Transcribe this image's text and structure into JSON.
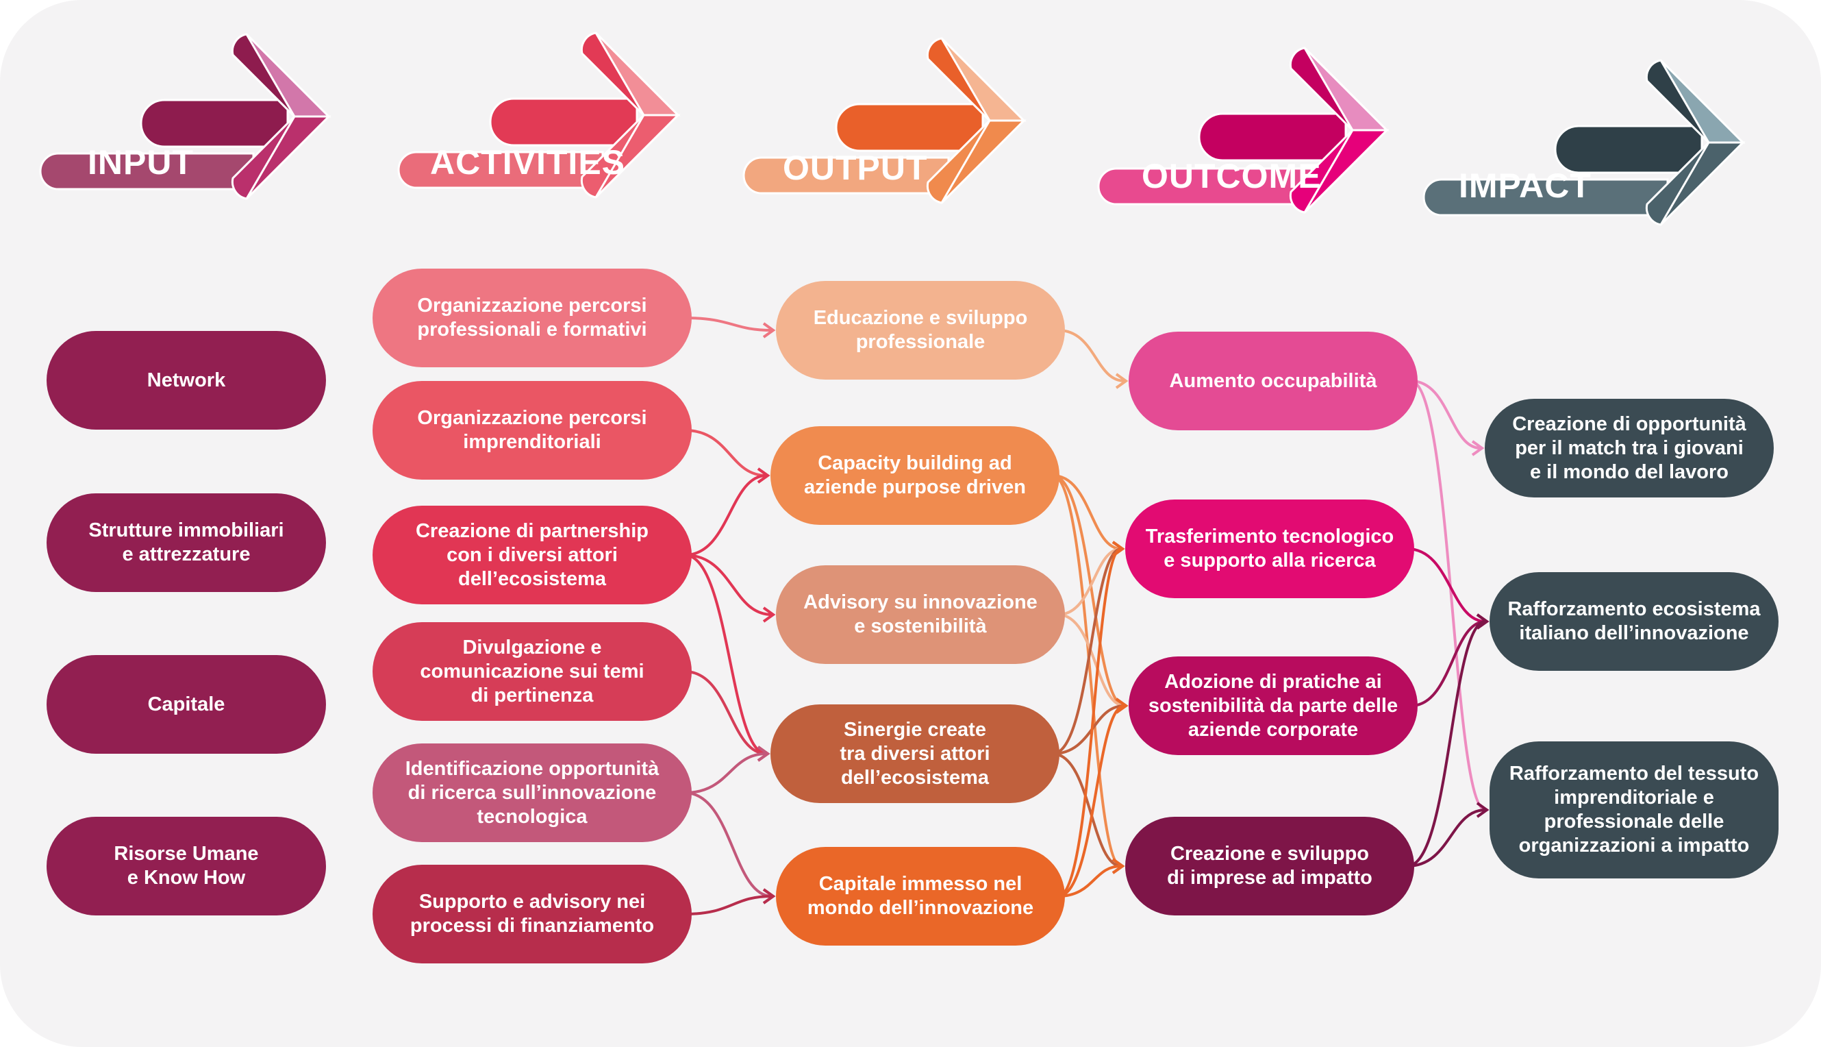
{
  "stages": [
    {
      "id": "input",
      "label": "INPUT",
      "colors": [
        "#8e1c4e",
        "#ba306c",
        "#d277aa",
        "#a5486e"
      ]
    },
    {
      "id": "activities",
      "label": "ACTIVITIES",
      "colors": [
        "#e23a55",
        "#ec5d6f",
        "#f28e97",
        "#ea6c7a"
      ]
    },
    {
      "id": "output",
      "label": "OUTPUT",
      "colors": [
        "#e9602a",
        "#f08a4d",
        "#f5b592",
        "#f2a77f"
      ]
    },
    {
      "id": "outcome",
      "label": "OUTCOME",
      "colors": [
        "#c40060",
        "#e6007a",
        "#e78cbf",
        "#e84a8f"
      ]
    },
    {
      "id": "impact",
      "label": "IMPACT",
      "colors": [
        "#2f4048",
        "#4b626b",
        "#8aa6b0",
        "#5a7079"
      ]
    }
  ],
  "inputs": [
    {
      "id": "i1",
      "label": "Network",
      "color": "#921f51"
    },
    {
      "id": "i2",
      "label": "Strutture immobiliari\ne attrezzature",
      "color": "#921f51"
    },
    {
      "id": "i3",
      "label": "Capitale",
      "color": "#921f51"
    },
    {
      "id": "i4",
      "label": "Risorse Umane\ne Know How",
      "color": "#921f51"
    }
  ],
  "activities": [
    {
      "id": "a1",
      "label": "Organizzazione percorsi\nprofessionali e formativi",
      "color": "#ee7682"
    },
    {
      "id": "a2",
      "label": "Organizzazione percorsi\nimprenditoriali",
      "color": "#ea5664"
    },
    {
      "id": "a3",
      "label": "Creazione di partnership\ncon i diversi attori\ndell’ecosistema",
      "color": "#e13654"
    },
    {
      "id": "a4",
      "label": "Divulgazione e\ncomunicazione sui temi\ndi pertinenza",
      "color": "#d63d57"
    },
    {
      "id": "a5",
      "label": "Identificazione opportunità\ndi ricerca sull’innovazione\ntecnologica",
      "color": "#c3587a"
    },
    {
      "id": "a6",
      "label": "Supporto e advisory nei\nprocessi di finanziamento",
      "color": "#b72d4c"
    }
  ],
  "outputs": [
    {
      "id": "o1",
      "label": "Educazione e sviluppo\nprofessionale",
      "color": "#f3b38f"
    },
    {
      "id": "o2",
      "label": "Capacity building ad\naziende purpose driven",
      "color": "#f08b4f"
    },
    {
      "id": "o3",
      "label": "Advisory su innovazione\ne sostenibilità",
      "color": "#de9377"
    },
    {
      "id": "o4",
      "label": "Sinergie create\ntra diversi attori\ndell’ecosistema",
      "color": "#c0603d"
    },
    {
      "id": "o5",
      "label": "Capitale immesso nel\nmondo dell’innovazione",
      "color": "#ea6728"
    }
  ],
  "outcomes": [
    {
      "id": "u1",
      "label": "Aumento occupabilità",
      "color": "#e44b94"
    },
    {
      "id": "u2",
      "label": "Trasferimento tecnologico\ne supporto alla ricerca",
      "color": "#e20b72"
    },
    {
      "id": "u3",
      "label": "Adozione di pratiche ai\nsostenibilità da parte delle\naziende corporate",
      "color": "#b80c5e"
    },
    {
      "id": "u4",
      "label": "Creazione e sviluppo\ndi imprese ad impatto",
      "color": "#7e1548"
    }
  ],
  "impacts": [
    {
      "id": "m1",
      "label": "Creazione di opportunità\nper il match tra i giovani\ne il mondo del lavoro",
      "color": "#3b4b53"
    },
    {
      "id": "m2",
      "label": "Rafforzamento ecosistema\nitaliano dell’innovazione",
      "color": "#3b4b53"
    },
    {
      "id": "m3",
      "label": "Rafforzamento del tessuto\nimprenditoriale e\nprofessionale delle\norganizzazioni a impatto",
      "color": "#3b4b53"
    }
  ],
  "links": [
    {
      "from": "a1",
      "to": "o1",
      "color": "#ee7682"
    },
    {
      "from": "a2",
      "to": "o2",
      "color": "#ea5664"
    },
    {
      "from": "a3",
      "to": "o2",
      "color": "#e13654"
    },
    {
      "from": "a3",
      "to": "o3",
      "color": "#e13654"
    },
    {
      "from": "a3",
      "to": "o4",
      "color": "#e13654"
    },
    {
      "from": "a4",
      "to": "o4",
      "color": "#d63d57"
    },
    {
      "from": "a5",
      "to": "o4",
      "color": "#c3587a"
    },
    {
      "from": "a5",
      "to": "o5",
      "color": "#c3587a"
    },
    {
      "from": "a6",
      "to": "o5",
      "color": "#b72d4c"
    },
    {
      "from": "o1",
      "to": "u1",
      "color": "#f3a97c"
    },
    {
      "from": "o2",
      "to": "u2",
      "color": "#f08b4f"
    },
    {
      "from": "o2",
      "to": "u3",
      "color": "#f08b4f"
    },
    {
      "from": "o2",
      "to": "u4",
      "color": "#f08b4f"
    },
    {
      "from": "o3",
      "to": "u2",
      "color": "#f3b38f"
    },
    {
      "from": "o3",
      "to": "u3",
      "color": "#f3b38f"
    },
    {
      "from": "o4",
      "to": "u2",
      "color": "#c0603d"
    },
    {
      "from": "o4",
      "to": "u3",
      "color": "#c0603d"
    },
    {
      "from": "o4",
      "to": "u4",
      "color": "#c0603d"
    },
    {
      "from": "o5",
      "to": "u2",
      "color": "#ea6728"
    },
    {
      "from": "o5",
      "to": "u3",
      "color": "#ea6728"
    },
    {
      "from": "o5",
      "to": "u4",
      "color": "#ea6728"
    },
    {
      "from": "u1",
      "to": "m1",
      "color": "#ee8cc0"
    },
    {
      "from": "u1",
      "to": "m3",
      "color": "#ee8cc0"
    },
    {
      "from": "u2",
      "to": "m2",
      "color": "#c80a65"
    },
    {
      "from": "u3",
      "to": "m2",
      "color": "#9a1354"
    },
    {
      "from": "u4",
      "to": "m2",
      "color": "#7e1548"
    },
    {
      "from": "u4",
      "to": "m3",
      "color": "#7e1548"
    }
  ]
}
